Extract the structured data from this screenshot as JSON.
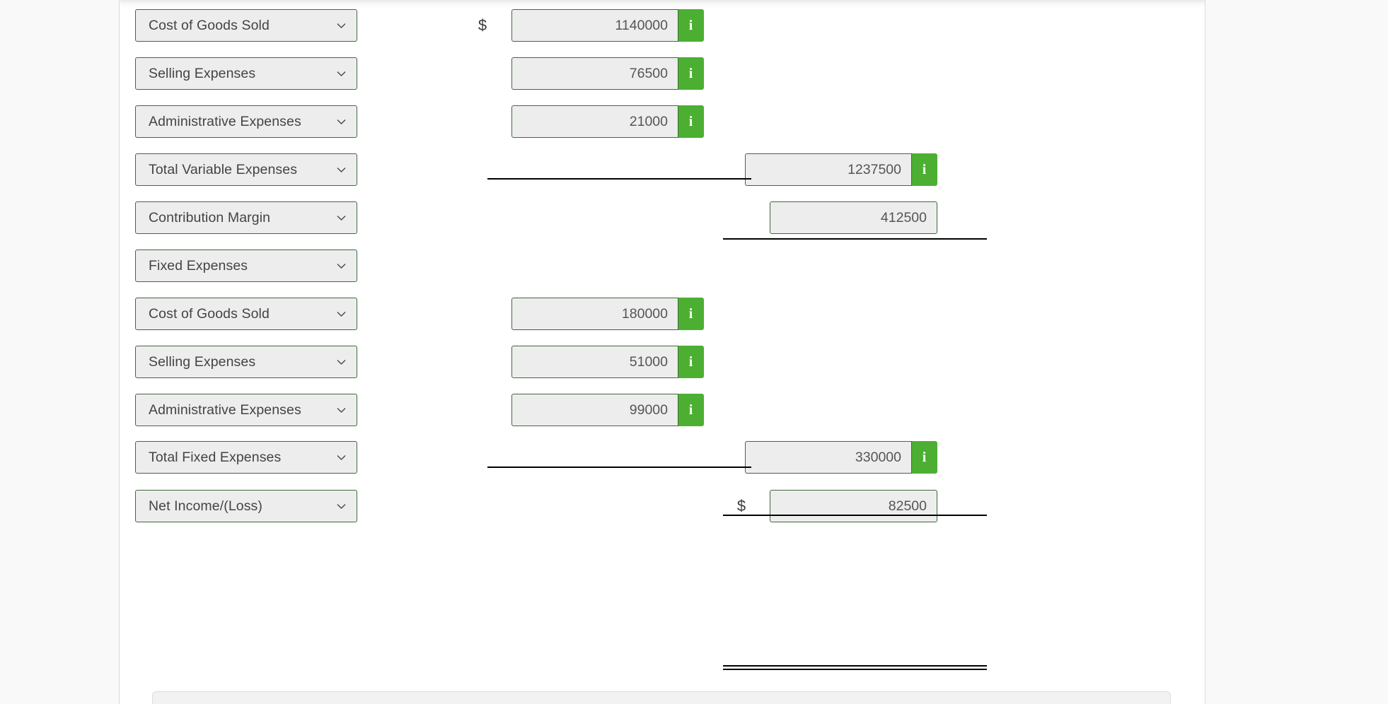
{
  "document": {
    "type": "contribution-margin-income-statement",
    "currency_symbol": "$"
  },
  "icons": {
    "info": "i",
    "chevron_down": "chevron-down-icon"
  },
  "colors": {
    "accent_green": "#4caf32",
    "border_green": "#40683c",
    "field_fill": "#ededed",
    "panel_bg": "#ffffff",
    "page_bg": "#f9f9f9",
    "rule": "#000000",
    "text": "#444444"
  },
  "rows": [
    {
      "id": "cogs-variable",
      "account": "Cost of Goods Sold",
      "currency": "$",
      "column": 1,
      "value": "1140000",
      "has_info": true
    },
    {
      "id": "selling-variable",
      "account": "Selling Expenses",
      "currency": "",
      "column": 1,
      "value": "76500",
      "has_info": true
    },
    {
      "id": "admin-variable",
      "account": "Administrative Expenses",
      "currency": "",
      "column": 1,
      "value": "21000",
      "has_info": true
    },
    {
      "id": "total-variable-expenses",
      "account": "Total Variable Expenses",
      "currency": "",
      "column": 2,
      "value": "1237500",
      "has_info": true
    },
    {
      "id": "contribution-margin",
      "account": "Contribution Margin",
      "currency": "",
      "column": 2,
      "value": "412500",
      "has_info": false
    },
    {
      "id": "fixed-expenses-header",
      "account": "Fixed Expenses",
      "currency": "",
      "column": 0,
      "value": "",
      "has_info": false
    },
    {
      "id": "cogs-fixed",
      "account": "Cost of Goods Sold",
      "currency": "",
      "column": 1,
      "value": "180000",
      "has_info": true
    },
    {
      "id": "selling-fixed",
      "account": "Selling Expenses",
      "currency": "",
      "column": 1,
      "value": "51000",
      "has_info": true
    },
    {
      "id": "admin-fixed",
      "account": "Administrative Expenses",
      "currency": "",
      "column": 1,
      "value": "99000",
      "has_info": true
    },
    {
      "id": "total-fixed-expenses",
      "account": "Total Fixed Expenses",
      "currency": "",
      "column": 2,
      "value": "330000",
      "has_info": true
    },
    {
      "id": "net-income-loss",
      "account": "Net Income/(Loss)",
      "currency": "$",
      "column": 2,
      "value": "82500",
      "has_info": false
    }
  ],
  "rules": [
    {
      "id": "subtotal-rule-variable",
      "style": "single",
      "column": 1,
      "after_row": "admin-variable"
    },
    {
      "id": "subtotal-rule-total-variable",
      "style": "single",
      "column": 2,
      "after_row": "total-variable-expenses"
    },
    {
      "id": "subtotal-rule-fixed",
      "style": "single",
      "column": 1,
      "after_row": "admin-fixed"
    },
    {
      "id": "subtotal-rule-total-fixed",
      "style": "single",
      "column": 2,
      "after_row": "total-fixed-expenses"
    },
    {
      "id": "grand-total-rule-net-income",
      "style": "double",
      "column": 2,
      "after_row": "net-income-loss"
    }
  ]
}
